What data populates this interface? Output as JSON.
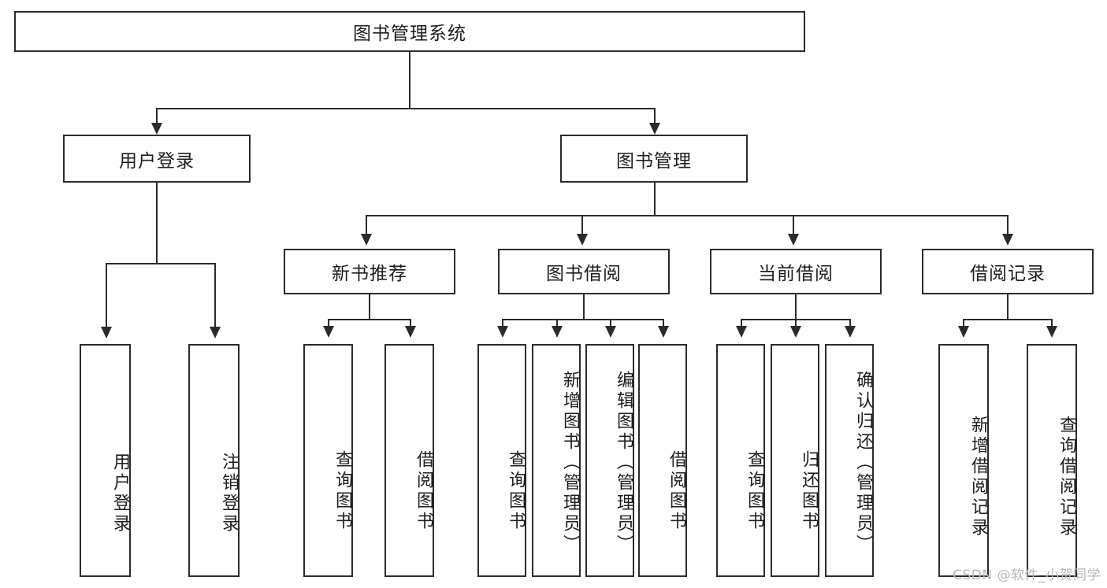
{
  "diagram": {
    "type": "tree-hierarchy-flowchart",
    "title": "图书管理系统",
    "root": {
      "id": "root",
      "label": "图书管理系统",
      "orientation": "horizontal"
    },
    "level2": [
      {
        "id": "user-login",
        "label": "用户登录",
        "orientation": "horizontal"
      },
      {
        "id": "book-manage",
        "label": "图书管理",
        "orientation": "horizontal"
      }
    ],
    "level3": [
      {
        "id": "new-book-rec",
        "label": "新书推荐",
        "orientation": "horizontal",
        "parent": "book-manage"
      },
      {
        "id": "book-borrow",
        "label": "图书借阅",
        "orientation": "horizontal",
        "parent": "book-manage"
      },
      {
        "id": "current-borrow",
        "label": "当前借阅",
        "orientation": "horizontal",
        "parent": "book-manage"
      },
      {
        "id": "borrow-record",
        "label": "借阅记录",
        "orientation": "horizontal",
        "parent": "book-manage"
      }
    ],
    "leaves": [
      {
        "id": "leaf-user-login",
        "label": "用户登录",
        "parent": "user-login",
        "orientation": "vertical"
      },
      {
        "id": "leaf-logout",
        "label": "注销登录",
        "parent": "user-login",
        "orientation": "vertical"
      },
      {
        "id": "leaf-query-book-1",
        "label": "查询图书",
        "parent": "new-book-rec",
        "orientation": "vertical"
      },
      {
        "id": "leaf-borrow-book-1",
        "label": "借阅图书",
        "parent": "new-book-rec",
        "orientation": "vertical"
      },
      {
        "id": "leaf-query-book-2",
        "label": "查询图书",
        "parent": "book-borrow",
        "orientation": "vertical"
      },
      {
        "id": "leaf-add-book",
        "label": "新增图书（管理员）",
        "parent": "book-borrow",
        "orientation": "vertical"
      },
      {
        "id": "leaf-edit-book",
        "label": "编辑图书（管理员）",
        "parent": "book-borrow",
        "orientation": "vertical"
      },
      {
        "id": "leaf-borrow-book-2",
        "label": "借阅图书",
        "parent": "book-borrow",
        "orientation": "vertical"
      },
      {
        "id": "leaf-query-book-3",
        "label": "查询图书",
        "parent": "current-borrow",
        "orientation": "vertical"
      },
      {
        "id": "leaf-return-book",
        "label": "归还图书",
        "parent": "current-borrow",
        "orientation": "vertical"
      },
      {
        "id": "leaf-confirm-return",
        "label": "确认归还（管理员）",
        "parent": "current-borrow",
        "orientation": "vertical"
      },
      {
        "id": "leaf-add-record",
        "label": "新增借阅记录",
        "parent": "borrow-record",
        "orientation": "vertical"
      },
      {
        "id": "leaf-query-record",
        "label": "查询借阅记录",
        "parent": "borrow-record",
        "orientation": "vertical"
      }
    ],
    "colors": {
      "stroke": "#2b2b2b",
      "fill": "#ffffff",
      "text": "#1d1d1d",
      "watermark": "#b7b7b7"
    }
  },
  "watermark": {
    "text": "CSDN @软件_小贺同学"
  }
}
